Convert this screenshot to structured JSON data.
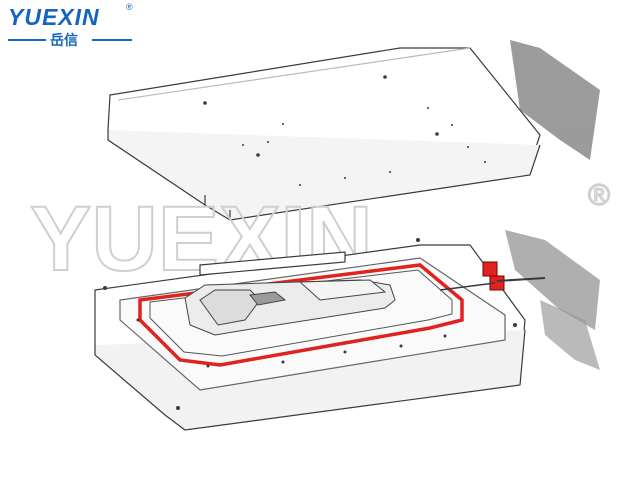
{
  "brand": {
    "name": "YUEXIN",
    "name_cn": "岳信",
    "registered_mark": "®",
    "color": "#1565c0"
  },
  "watermark": {
    "text": "YUEXIN",
    "registered_mark": "®"
  },
  "colors": {
    "seal_red": "#e0231e",
    "mold_edge": "#3a3a3a",
    "background": "#ffffff"
  }
}
